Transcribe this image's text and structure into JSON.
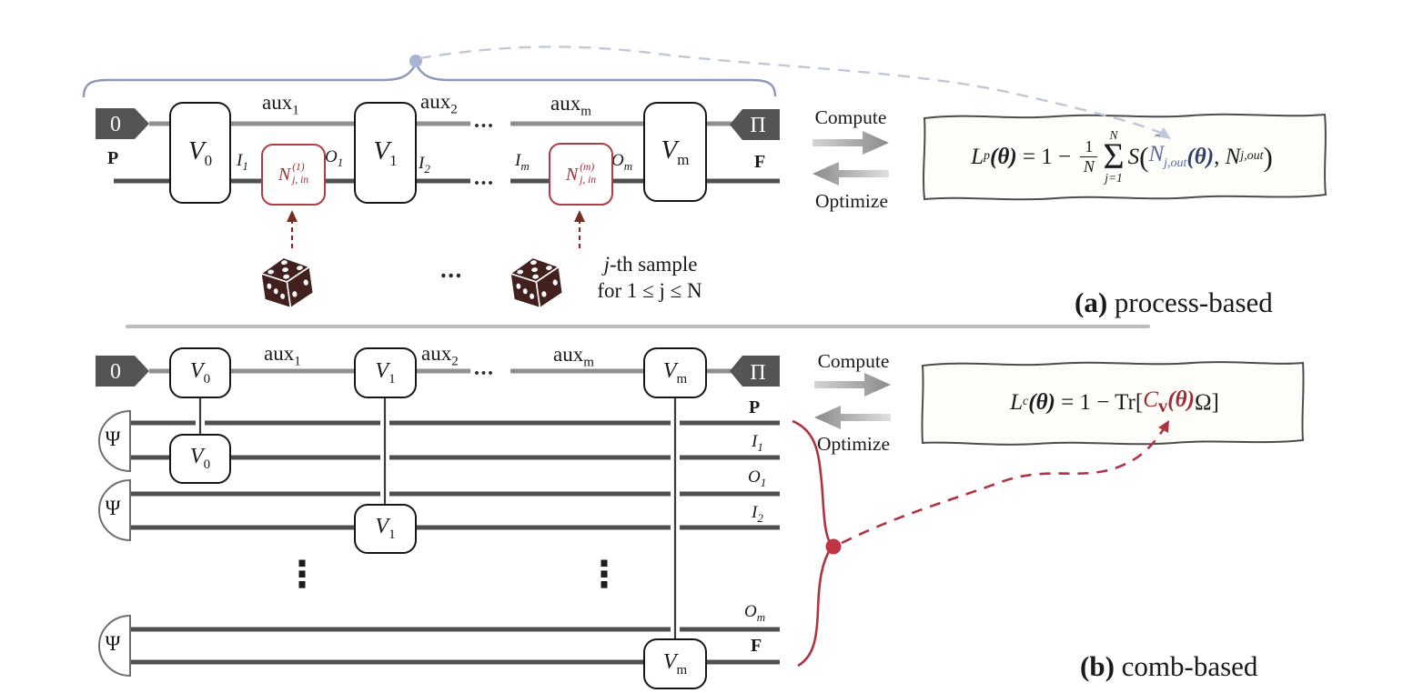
{
  "a": {
    "caption_tag": "(a)",
    "caption_text": " process-based",
    "flag_in": "0",
    "flag_out": "Π",
    "label_p": "P",
    "label_f": "F",
    "aux1_base": "aux",
    "aux1_sub": "1",
    "aux2_base": "aux",
    "aux2_sub": "2",
    "auxm_base": "aux",
    "auxm_sub": "m",
    "i1_base": "I",
    "i1_sub": "1",
    "o1_base": "O",
    "o1_sub": "1",
    "i2_base": "I",
    "i2_sub": "2",
    "im_base": "I",
    "im_sub": "m",
    "om_base": "O",
    "om_sub": "m",
    "v0_base": "V",
    "v0_sub": "0",
    "v1_base": "V",
    "v1_sub": "1",
    "vm_base": "V",
    "vm_sub": "m",
    "n1_base": "N",
    "n1_sup": "(1)",
    "n1_sub": "j, in",
    "nm_base": "N",
    "nm_sup": "(m)",
    "nm_sub": "j, in",
    "hdots": "...",
    "dice_dots": "...",
    "sample_j": "j",
    "sample_rest": "-th sample",
    "sample_for": "for 1 ≤ j ≤ N",
    "compute": "Compute",
    "optimize": "Optimize",
    "f": {
      "L": "L",
      "Lsub": "p",
      "Ltheta": "(θ)",
      "eq": " = 1 − ",
      "num": "1",
      "den": "N",
      "sumtop": "N",
      "sigma": "Σ",
      "sumbot": "j=1",
      "S": "S",
      "po": "(",
      "nh": "N",
      "hat": "ˆ",
      "nhsub": "j,out",
      "nhtheta": "(θ)",
      "comma": ", ",
      "n2": "N",
      "n2sub": "j,out",
      "pc": ")"
    }
  },
  "b": {
    "caption_tag": "(b)",
    "caption_text": " comb-based",
    "flag_in": "0",
    "flag_out": "Π",
    "aux1_base": "aux",
    "aux1_sub": "1",
    "aux2_base": "aux",
    "aux2_sub": "2",
    "auxm_base": "aux",
    "auxm_sub": "m",
    "v0_base": "V",
    "v0_sub": "0",
    "v1_base": "V",
    "v1_sub": "1",
    "vm_base": "V",
    "vm_sub": "m",
    "cv0_base": "V",
    "cv0_sub": "0",
    "cv1_base": "V",
    "cv1_sub": "1",
    "cvm_base": "V",
    "cvm_sub": "m",
    "psi": "Ψ",
    "label_p": "P",
    "i1_base": "I",
    "i1_sub": "1",
    "o1_base": "O",
    "o1_sub": "1",
    "i2_base": "I",
    "i2_sub": "2",
    "om_base": "O",
    "om_sub": "m",
    "label_f": "F",
    "hdots": "...",
    "vdots": "⋮",
    "compute": "Compute",
    "optimize": "Optimize",
    "f": {
      "L": "L",
      "Lsub": "c",
      "Ltheta": "(θ)",
      "eq": " = 1 − Tr[",
      "C": "C",
      "Csub": "v",
      "Ctheta": "(θ)",
      "omega": "Ω",
      "close": "]"
    }
  }
}
